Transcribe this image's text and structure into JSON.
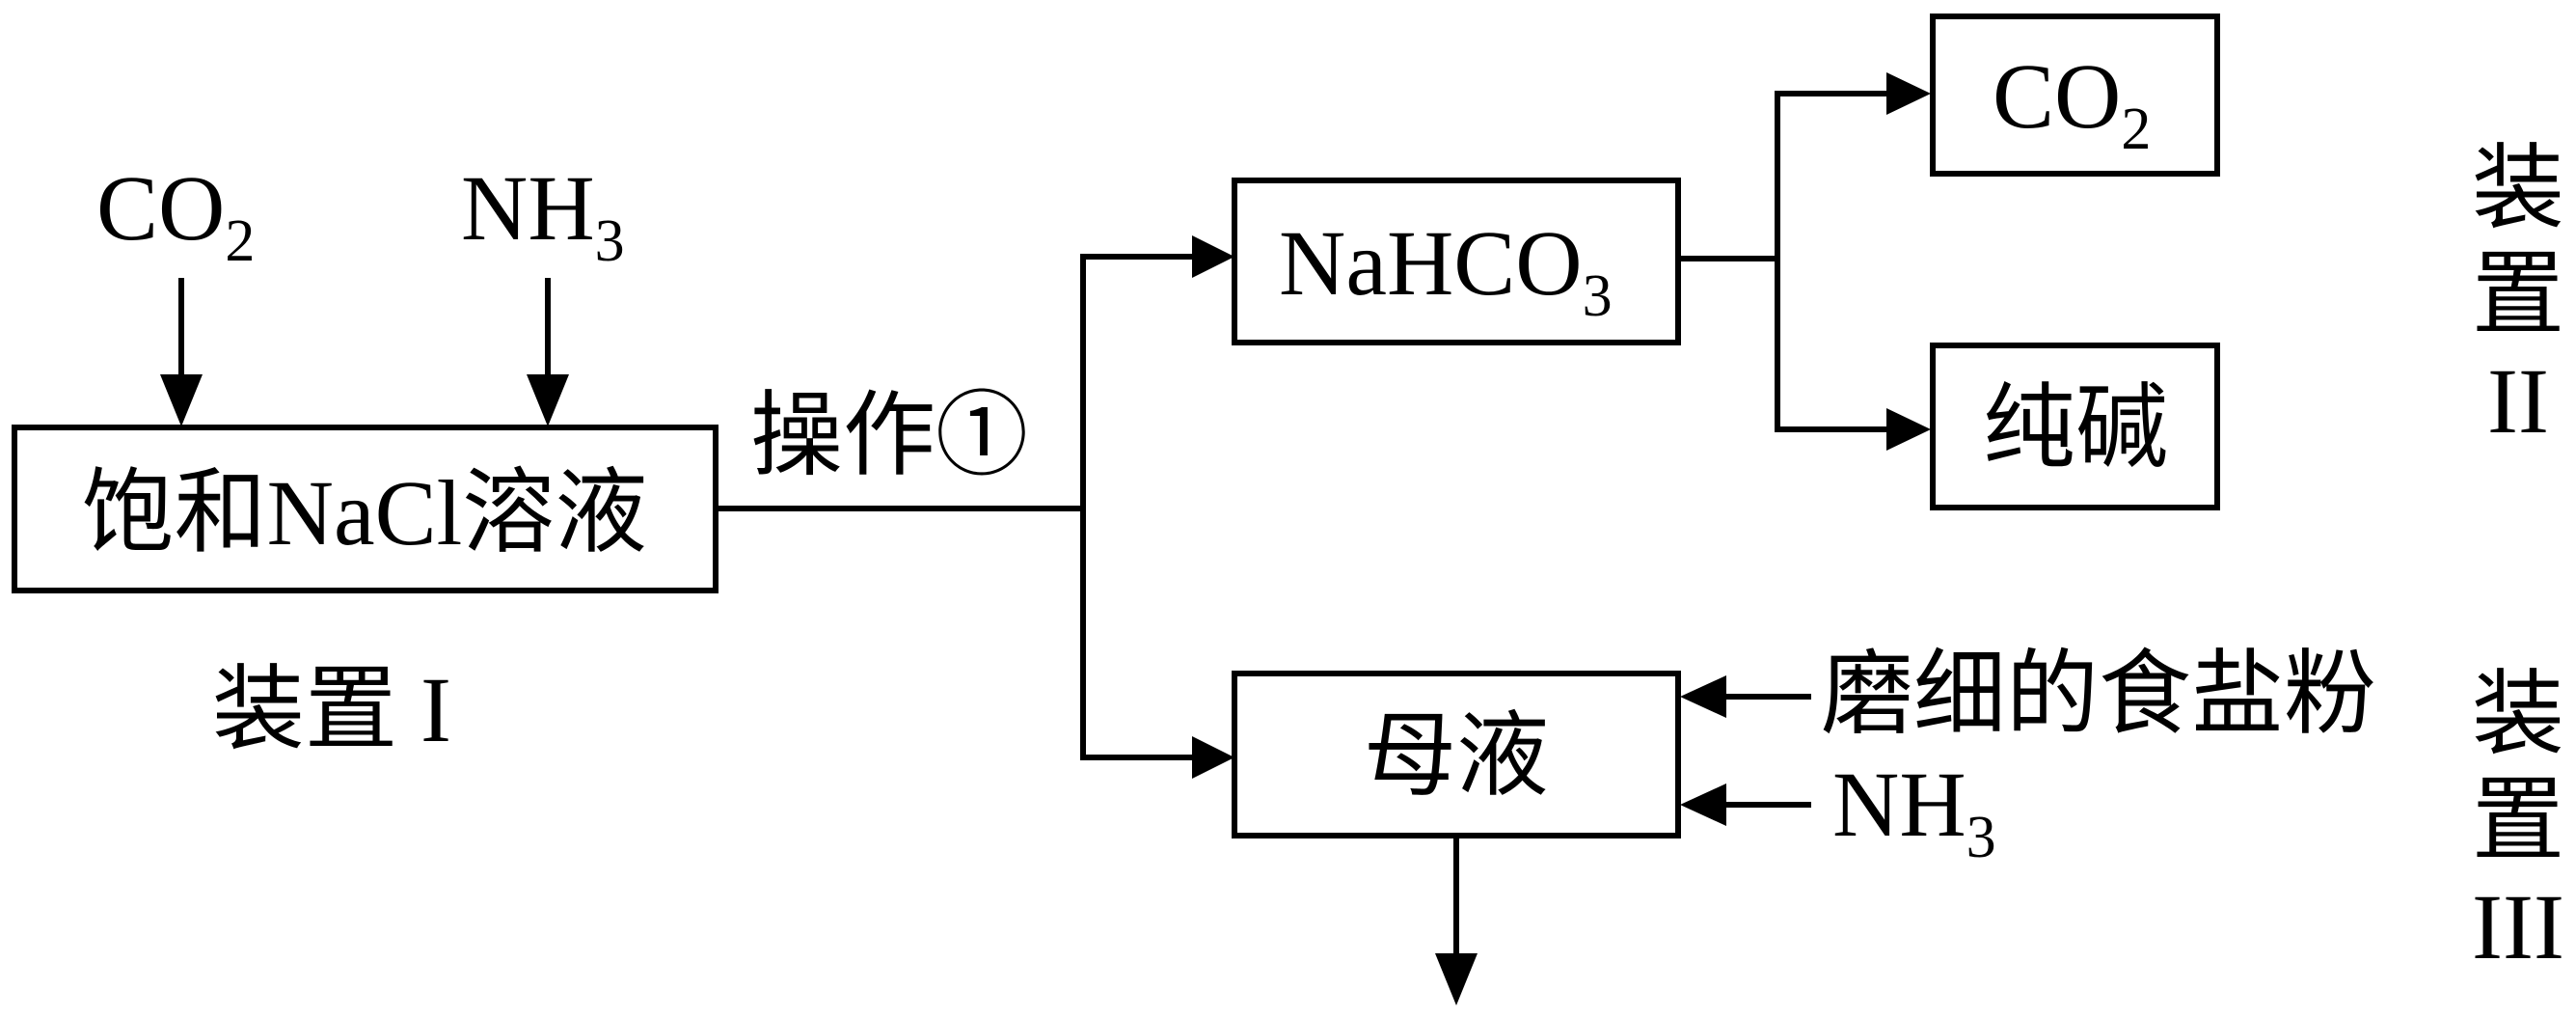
{
  "inputs_top": {
    "co2": {
      "base": "CO",
      "sub": "2"
    },
    "nh3": {
      "base": "NH",
      "sub": "3"
    }
  },
  "device_1": {
    "box_label": "饱和NaCl溶液",
    "caption": "装置 I"
  },
  "operation_label": "操作①",
  "nahco3": {
    "base": "NaHCO",
    "sub": "3"
  },
  "co2_product": {
    "base": "CO",
    "sub": "2"
  },
  "soda_ash": "纯碱",
  "device_2": {
    "chars": [
      "装",
      "置",
      "II"
    ]
  },
  "mother_liquor": "母液",
  "fine_salt": "磨细的食盐粉",
  "nh3_side": {
    "base": "NH",
    "sub": "3"
  },
  "device_3": {
    "chars": [
      "装",
      "置",
      "III"
    ]
  }
}
